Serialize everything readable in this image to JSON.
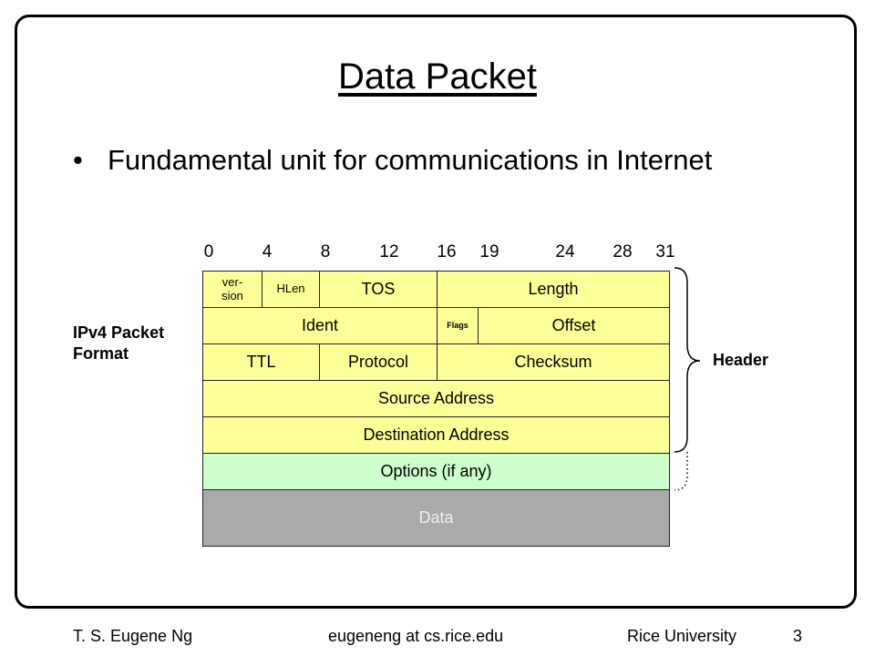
{
  "slide": {
    "title": "Data Packet",
    "bullet_marker": "•",
    "bullet_text": "Fundamental unit for communications in Internet"
  },
  "diagram": {
    "bit_positions": [
      "0",
      "4",
      "8",
      "12",
      "16",
      "19",
      "24",
      "28",
      "31"
    ],
    "fields": {
      "version_line1": "ver-",
      "version_line2": "sion",
      "hlen": "HLen",
      "tos": "TOS",
      "length": "Length",
      "ident": "Ident",
      "flags": "Flags",
      "offset": "Offset",
      "ttl": "TTL",
      "protocol": "Protocol",
      "checksum": "Checksum",
      "source_address": "Source Address",
      "destination_address": "Destination Address",
      "options": "Options (if any)",
      "data": "Data"
    },
    "left_label_line1": "IPv4 Packet",
    "left_label_line2": "Format",
    "header_label": "Header",
    "colors": {
      "header_fields": "#ffff99",
      "options": "#ccffcc",
      "data": "#aaaaaa"
    }
  },
  "footer": {
    "author": "T. S. Eugene Ng",
    "email": "eugeneng at cs.rice.edu",
    "institution": "Rice University",
    "page_number": "3"
  }
}
